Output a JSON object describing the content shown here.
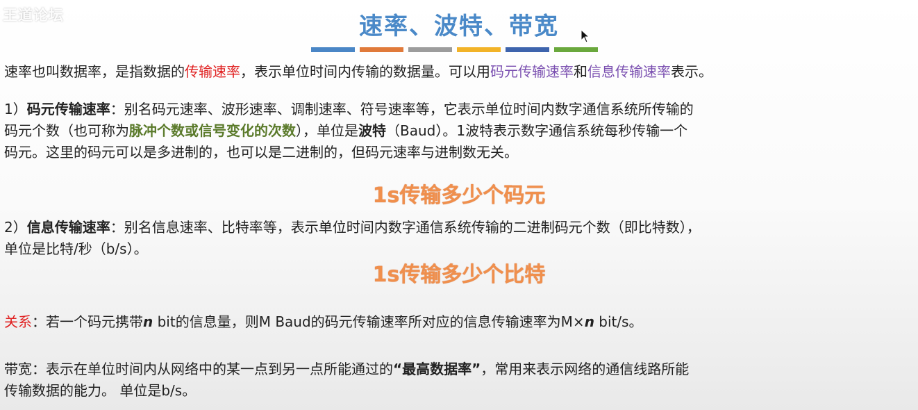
{
  "watermark": "王道论坛",
  "title": "速率、波特、带宽",
  "colors": {
    "title": "#4a89c8",
    "red": "#e02020",
    "purple": "#7a4fb0",
    "green": "#5a7a2a",
    "orange": "#f08f4c",
    "bars": [
      "#4a86c6",
      "#e07a3a",
      "#9c9c9c",
      "#f2b328",
      "#3e64ad",
      "#6aa83d"
    ]
  },
  "intro": {
    "p1": "速率也叫数据率，是指数据的",
    "h1": "传输速率",
    "p2": "，表示单位时间内传输的数据量。可以用",
    "h2": "码元传输速率",
    "p3": "和",
    "h3": "信息传输速率",
    "p4": "表示。"
  },
  "baud": {
    "num": "1）",
    "term": "码元传输速率",
    "l1_rest": "：别名码元速率、波形速率、调制速率、符号速率等，它表示单位时间内数字通信系统所传输的",
    "l2_a": "码元个数（也可称为",
    "l2_h": "脉冲个数或信号变化的次数",
    "l2_b": "），单位是",
    "l2_term": "波特",
    "l2_c": "（Baud）。1波特表示数字通信系统每秒传输一个",
    "l3": "码元。这里的码元可以是多进制的，也可以是二进制的，但码元速率与进制数无关。",
    "emphasis": "1s传输多少个码元"
  },
  "info": {
    "num": "2）",
    "term": "信息传输速率",
    "l1_rest": "：别名信息速率、比特率等，表示单位时间内数字通信系统传输的二进制码元个数（即比特数），",
    "l2": "单位是比特/秒（b/s）。",
    "emphasis": "1s传输多少个比特"
  },
  "relation": {
    "label": "关系",
    "a": "：若一个码元携带",
    "n1": "n",
    "b": " bit的信息量，则M Baud的码元传输速率所对应的信息传输速率为M×",
    "n2": "n",
    "c": " bit/s。"
  },
  "bandwidth": {
    "a": "带宽：表示在单位时间内从网络中的某一点到另一点所能通过的",
    "q": "“最高数据率”",
    "b": "，常用来表示网络的通信线路所能",
    "l2": "传输数据的能力。 单位是b/s。"
  }
}
